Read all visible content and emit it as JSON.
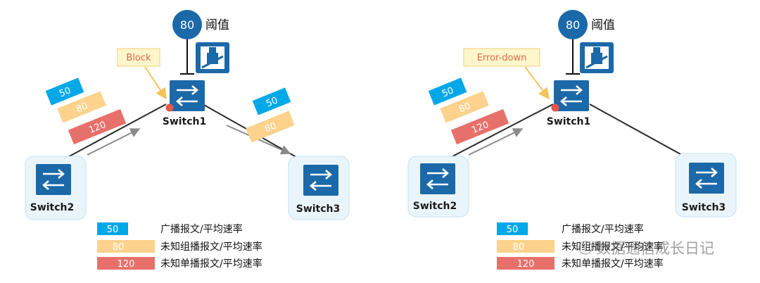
{
  "colors": {
    "broadcast": "#00a8e8",
    "unknown_multicast": "#fdd28c",
    "unknown_unicast": "#e8706a",
    "switch_blue": "#1b69a8",
    "switch_box": "#eaf5fb",
    "callout_bg": "#fff6cc"
  },
  "icons": {
    "switch": "switch-arrows-icon",
    "tollgate": "tollgate-barrier-icon"
  },
  "left": {
    "threshold_value": "80",
    "threshold_label": "阈值",
    "callout": "Block",
    "switch1": "Switch1",
    "switch2": "Switch2",
    "switch3": "Switch3",
    "incoming": [
      "50",
      "80",
      "120"
    ],
    "outgoing": [
      "50",
      "80"
    ],
    "legend": [
      {
        "value": "50",
        "text": "广播报文/平均速率"
      },
      {
        "value": "80",
        "text": "未知组播报文/平均速率"
      },
      {
        "value": "120",
        "text": "未知单播报文/平均速率"
      }
    ]
  },
  "right": {
    "threshold_value": "80",
    "threshold_label": "阈值",
    "callout": "Error-down",
    "switch1": "Switch1",
    "switch2": "Switch2",
    "switch3": "Switch3",
    "incoming": [
      "50",
      "80",
      "120"
    ],
    "legend": [
      {
        "value": "50",
        "text": "广播报文/平均速率"
      },
      {
        "value": "80",
        "text": "未知组播报文/平均速率"
      },
      {
        "value": "120",
        "text": "未知单播报文/平均速率"
      }
    ]
  },
  "watermark": "数据通信成长日记"
}
